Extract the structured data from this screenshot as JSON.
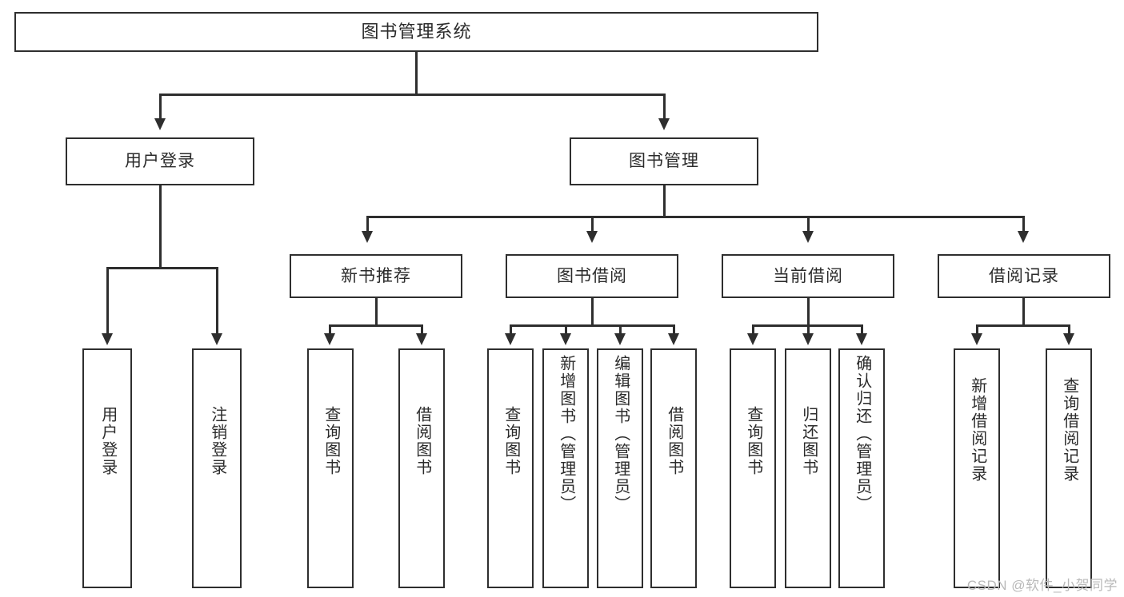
{
  "diagram": {
    "title": "图书管理系统",
    "type": "tree",
    "watermark": "CSDN @软件_小贺同学",
    "accent_color": "#2e2e2e",
    "background_color": "#ffffff",
    "text_color": "#2b2b2b",
    "root": {
      "label": "图书管理系统"
    },
    "level2": [
      {
        "label": "用户登录"
      },
      {
        "label": "图书管理"
      }
    ],
    "level3": [
      {
        "label": "新书推荐"
      },
      {
        "label": "图书借阅"
      },
      {
        "label": "当前借阅"
      },
      {
        "label": "借阅记录"
      }
    ],
    "leaves": {
      "user_login": [
        {
          "label": "用户登录"
        },
        {
          "label": "注销登录"
        }
      ],
      "new_book_recommend": [
        {
          "label": "查询图书"
        },
        {
          "label": "借阅图书"
        }
      ],
      "book_borrow": [
        {
          "label": "查询图书"
        },
        {
          "label": "新增图书（管理员）"
        },
        {
          "label": "编辑图书（管理员）"
        },
        {
          "label": "借阅图书"
        }
      ],
      "current_borrow": [
        {
          "label": "查询图书"
        },
        {
          "label": "归还图书"
        },
        {
          "label": "确认归还（管理员）"
        }
      ],
      "borrow_records": [
        {
          "label": "新增借阅记录"
        },
        {
          "label": "查询借阅记录"
        }
      ]
    }
  }
}
